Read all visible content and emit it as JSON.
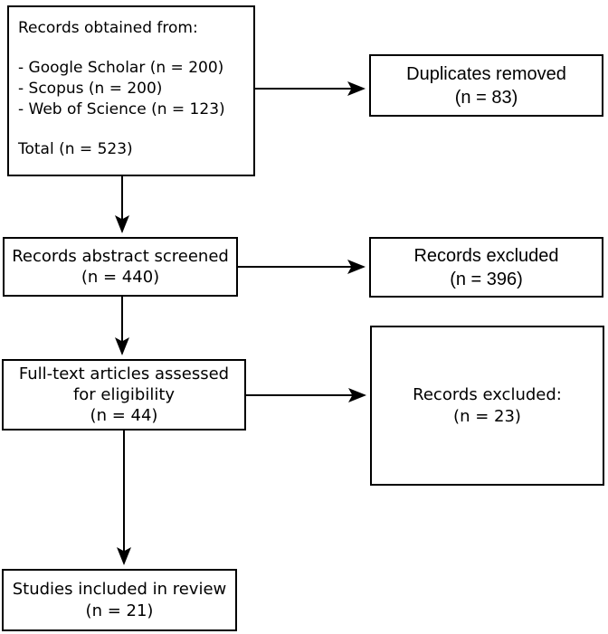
{
  "diagram": {
    "type": "flowchart",
    "colors": {
      "box_border": "#000000",
      "box_fill": "#ffffff",
      "arrow": "#000000",
      "text": "#000000",
      "background": "#ffffff"
    },
    "boxes": {
      "records_obtained": {
        "lines": [
          "Records obtained from:",
          "",
          "- Google Scholar (n = 200)",
          "- Scopus (n = 200)",
          "- Web of Science (n = 123)",
          "",
          "Total (n = 523)"
        ]
      },
      "duplicates_removed": {
        "lines": [
          "Duplicates removed",
          "(n = 83)"
        ]
      },
      "abstract_screened": {
        "lines": [
          "Records abstract screened",
          "(n = 440)"
        ]
      },
      "records_excluded_1": {
        "lines": [
          "Records excluded",
          "(n = 396)"
        ]
      },
      "fulltext_assessed": {
        "lines": [
          "Full-text articles assessed",
          "for eligibility",
          "(n = 44)"
        ]
      },
      "records_excluded_2": {
        "lines": [
          "Records excluded:",
          "(n = 23)"
        ]
      },
      "studies_included": {
        "lines": [
          "Studies included in review",
          "(n = 21)"
        ]
      }
    }
  }
}
